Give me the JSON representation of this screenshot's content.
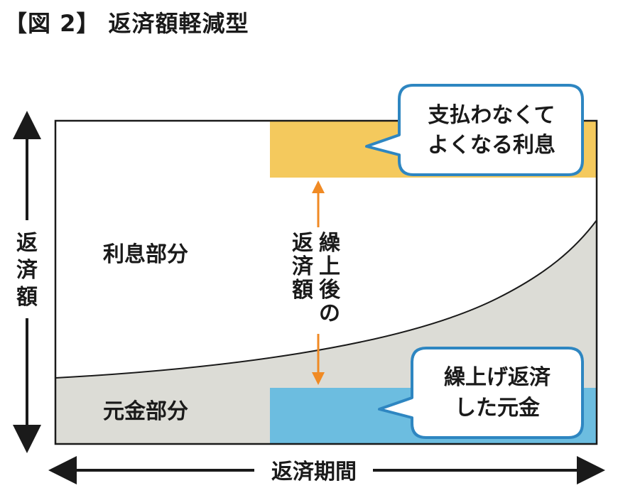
{
  "title": "【図 2】 返済額軽減型",
  "y_axis_label": [
    "返",
    "済",
    "額"
  ],
  "x_axis_label": "返済期間",
  "region_interest": "利息部分",
  "region_principal": "元金部分",
  "center_label": {
    "col_left": [
      "返",
      "済",
      "額"
    ],
    "col_right": [
      "繰",
      "上",
      "後",
      "の"
    ]
  },
  "callout_top": {
    "line1": "支払わなくて",
    "line2": "よくなる利息"
  },
  "callout_bottom": {
    "line1": "繰上げ返済",
    "line2": "した元金"
  },
  "colors": {
    "interest_saved": "#f4c95d",
    "principal_prepaid": "#6cbde0",
    "principal_area": "#dcdcd6",
    "callout_border": "#2e86c1",
    "arrow_orange": "#f08a24",
    "axis": "#1a1a1a"
  }
}
